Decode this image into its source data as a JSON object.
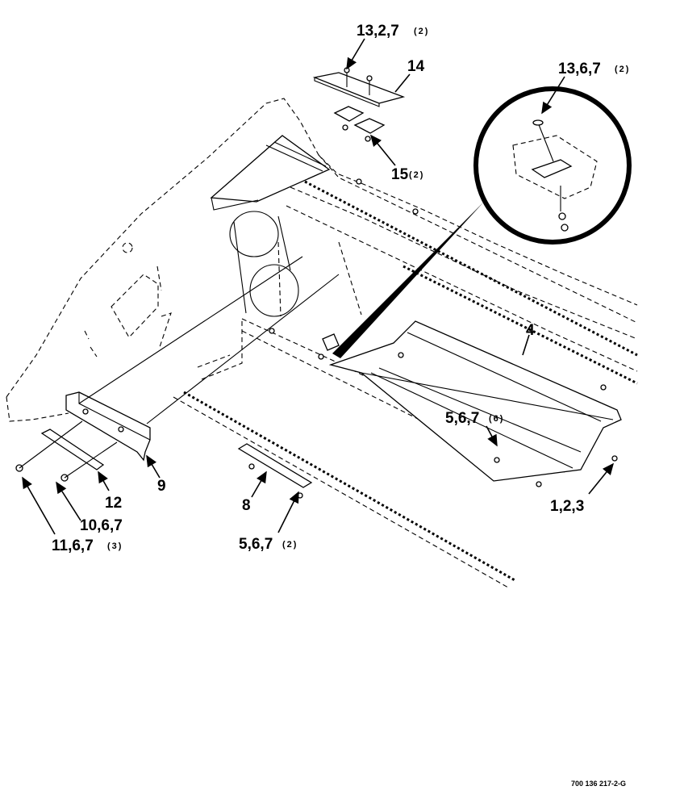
{
  "callouts": {
    "c13_2_7": {
      "label": "13,2,7",
      "qty": "(2)"
    },
    "c14": {
      "label": "14"
    },
    "c13_6_7": {
      "label": "13,6,7",
      "qty": "(2)"
    },
    "c15": {
      "label": "15",
      "qty": "(2)"
    },
    "c4": {
      "label": "4"
    },
    "c5_6_7_6": {
      "label": "5,6,7",
      "qty": "(6)"
    },
    "c1_2_3": {
      "label": "1,2,3"
    },
    "c9": {
      "label": "9"
    },
    "c12": {
      "label": "12"
    },
    "c10_6_7": {
      "label": "10,6,7"
    },
    "c11_6_7": {
      "label": "11,6,7",
      "qty": "(3)"
    },
    "c8": {
      "label": "8"
    },
    "c5_6_7_2": {
      "label": "5,6,7",
      "qty": "(2)"
    }
  },
  "figure_ref": "700 136 217-2-G"
}
